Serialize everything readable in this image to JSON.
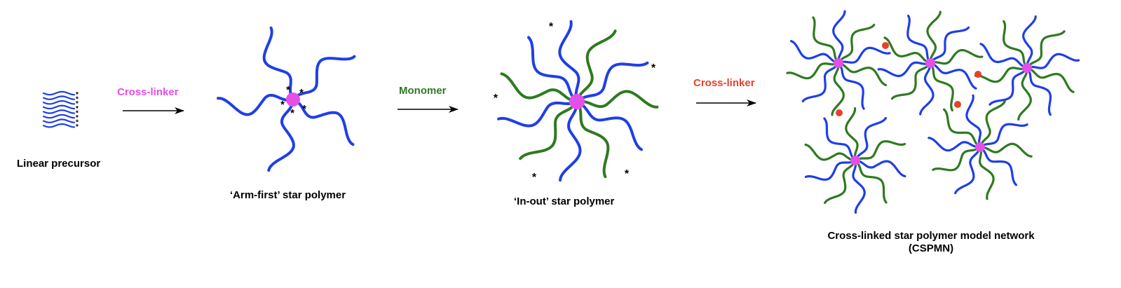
{
  "colors": {
    "arm_blue": "#1f3fe6",
    "arm_green": "#2f7a20",
    "core_magenta": "#e54fe8",
    "crosslink_dot": "#e8412a",
    "crosslinker_text_1": "#e54fe8",
    "monomer_text": "#2f7a20",
    "crosslinker_text_2": "#e8412a",
    "arrow": "#000000",
    "star_mark": "#000000"
  },
  "labels": {
    "linear_precursor": "Linear precursor",
    "arm_first": "‘Arm-first’ star polymer",
    "in_out": "‘In-out’ star polymer",
    "network_line1": "Cross-linked star polymer model network",
    "network_line2": "(CSPMN)"
  },
  "reagents": {
    "step1": "Cross-linker",
    "step2": "Monomer",
    "step3": "Cross-linker"
  },
  "symbols": {
    "active_end": "*"
  }
}
